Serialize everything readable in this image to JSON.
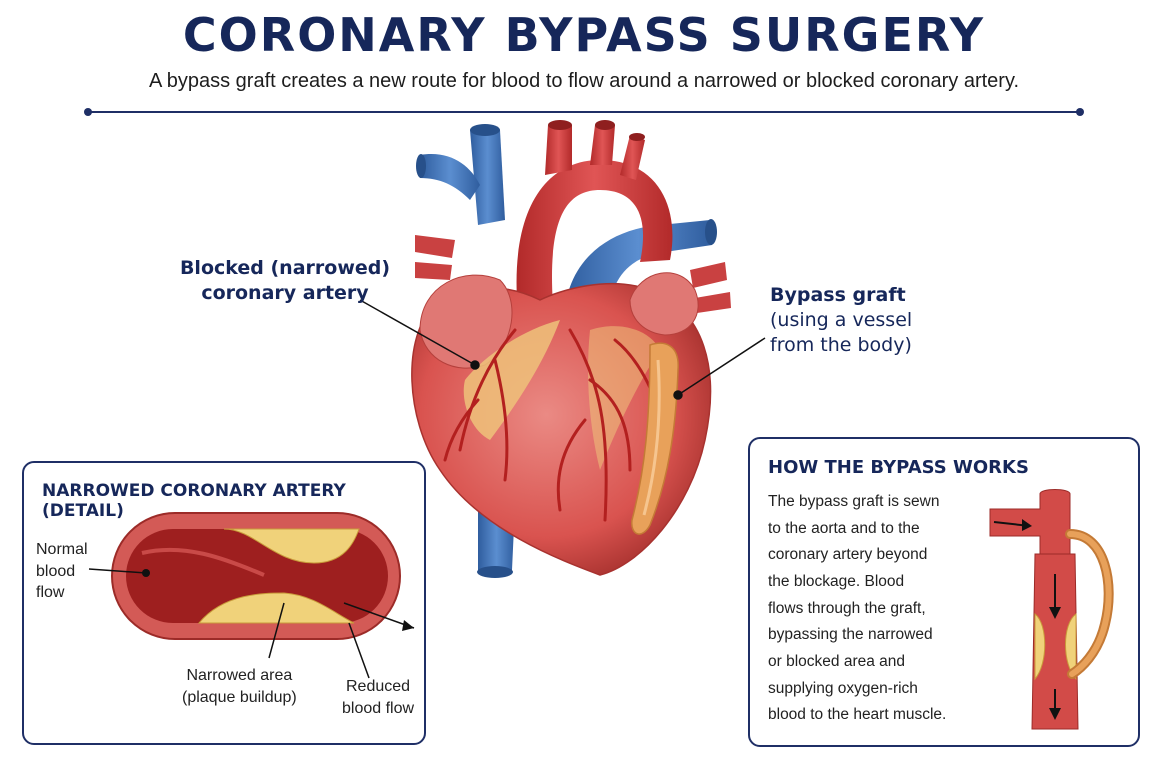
{
  "header": {
    "title": "CORONARY BYPASS SURGERY",
    "subtitle": "A bypass graft creates a new route for blood to flow around a narrowed or blocked coronary artery."
  },
  "labels": {
    "blocked_artery": [
      "Blocked (narrowed)",
      "coronary artery"
    ],
    "bypass_graft": [
      "Bypass graft",
      "(using a vessel",
      "from the body)"
    ]
  },
  "detail_panel": {
    "title": "NARROWED CORONARY ARTERY (DETAIL)",
    "normal_flow": [
      "Normal",
      "blood",
      "flow"
    ],
    "narrowed_area": [
      "Narrowed area",
      "(plaque buildup)"
    ],
    "reduced_flow": [
      "Reduced",
      "blood flow"
    ]
  },
  "how_panel": {
    "title": "HOW THE BYPASS WORKS",
    "body": [
      "The bypass graft is sewn",
      "to the aorta and to the",
      "coronary artery beyond",
      "the blockage. Blood",
      "flows through the graft,",
      "bypassing the narrowed",
      "or blocked area and",
      "supplying oxygen-rich",
      "blood to the heart muscle."
    ]
  },
  "colors": {
    "navy": "#16275a",
    "heart_red": "#d9534f",
    "artery_red": "#c62f2f",
    "vein_blue": "#3f73b8",
    "plaque_yellow": "#f0d27a",
    "graft_orange": "#e8a15a"
  }
}
